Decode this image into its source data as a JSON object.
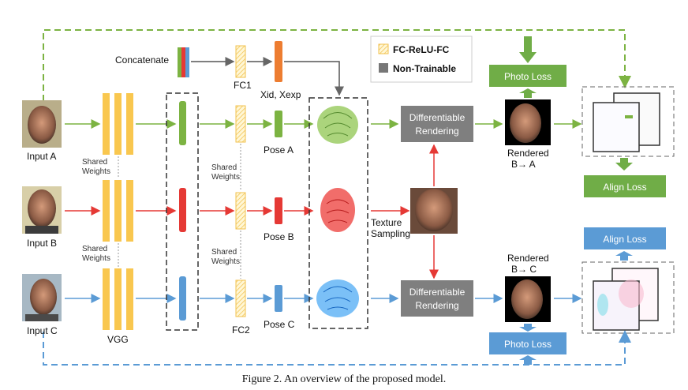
{
  "inputs": [
    "Input A",
    "Input B",
    "Input C"
  ],
  "labels": {
    "concatenate": "Concatenate",
    "fc1": "FC1",
    "fc2": "FC2",
    "xid_xexp": "Xid, Xexp",
    "pose_a": "Pose A",
    "pose_b": "Pose B",
    "pose_c": "Pose C",
    "vgg": "VGG",
    "shared_weights": "Shared Weights",
    "texture_sampling": "Texture Sampling",
    "rendered_ba": "Rendered B→ A",
    "rendered_bc": "Rendered B→ C"
  },
  "boxes": {
    "diff_rendering": "Differentiable Rendering",
    "photo_loss": "Photo Loss",
    "align_loss": "Align Loss"
  },
  "legend": {
    "trainable": "FC-ReLU-FC",
    "non_trainable": "Non-Trainable"
  },
  "caption": "Figure 2. An overview of the proposed model.",
  "colors": {
    "green": "#7cb342",
    "red": "#e53935",
    "blue": "#5b9bd5",
    "orange": "#ed7d31",
    "vgg": "#f9c74f",
    "gray_box": "#7f7f7f",
    "green_box": "#70ad47",
    "blue_box": "#5b9bd5"
  }
}
